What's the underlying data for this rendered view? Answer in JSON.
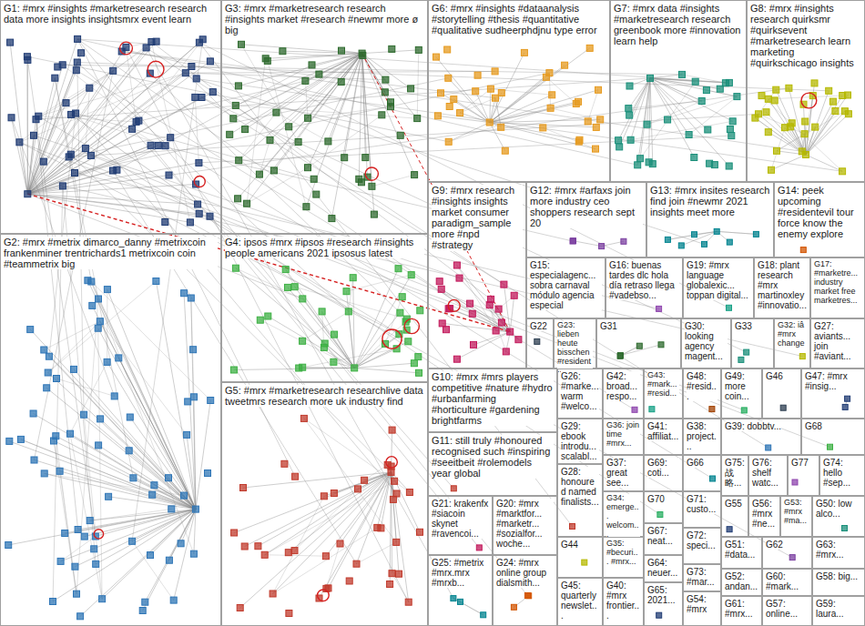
{
  "diagram": {
    "nodes": [
      {
        "text": [
          "G1: #mrx #insights #marketresearch research data more insights insightsmrx event learn"
        ]
      },
      {
        "text": [
          "G3: #mrx #marketresearch research #insights market #research #newmr more ø big"
        ]
      },
      {
        "text": [
          "G6: #mrx #insights #dataanalysis #storytelling #thesis #quantitative #qualitative sudheerphdjnu type error"
        ]
      },
      {
        "text": [
          "G7: #mrx data #insights #marketresearch research greenbook more #innovation learn help"
        ]
      },
      {
        "text": [
          "G8: #mrx #insights research quirksmr #quirksevent #marketresearch learn marketing #quirkschicago insights"
        ]
      },
      {
        "text": [
          "G2: #mrx #metrix dimarco_danny #metrixcoin frankenminer trentrichards1 metrixcoin coin #teammetrix big"
        ]
      },
      {
        "text": [
          "G4: ipsos #mrx #ipsos #research #insights people americans 2021 ipsosus latest"
        ]
      },
      {
        "text": [
          "G5: #mrx #marketresearch researchlive data tweetmrs research more uk industry find"
        ]
      },
      {
        "text": [
          "G9: #mrx research #insights insights market consumer paradigm_sample more #npd #strategy"
        ]
      },
      {
        "text": [
          "G12: #mrx #arfaxs join more industry ceo shoppers research sept 20"
        ]
      },
      {
        "text": [
          "G13: #mrx insites research find join #newmr 2021 insights meet more"
        ]
      },
      {
        "text": [
          "G14: peek upcoming #residentevil tour force know the enemy explore"
        ]
      },
      {
        "text": [
          "G15: especialagenc... sobra carnaval módulo agencia especial"
        ]
      },
      {
        "text": [
          "G16: buenas tardes dlc hola día retraso llega #vadebso..."
        ]
      },
      {
        "text": [
          "G19: #mrx language globalexic... toppan digital..."
        ]
      },
      {
        "text": [
          "G18: plant research #mrx martinoxley #innovatio..."
        ]
      },
      {
        "text": [
          "G17: #marketre... industry market free marketres..."
        ]
      },
      {
        "text": [
          "G22"
        ]
      },
      {
        "text": [
          "G23: lieben heute bisschen #resident..."
        ]
      },
      {
        "text": [
          "G31"
        ]
      },
      {
        "text": [
          "G30: looking agency magent..."
        ]
      },
      {
        "text": [
          "G33"
        ]
      },
      {
        "text": [
          "G32: iâ #mrx change"
        ]
      },
      {
        "text": [
          "G27: aviants... join #aviant..."
        ]
      },
      {
        "text": [
          "G10: #mrx #mrs players competitive #nature #hydro #urbanfarming #horticulture #gardening brightfarms"
        ]
      },
      {
        "text": [
          "G11: still truly #honoured recognised such #inspiring #seeitbeit #rolemodels year global"
        ]
      },
      {
        "text": [
          "G21: krakenfx #siacoin skynet #ravencoi..."
        ]
      },
      {
        "text": [
          "G20: #mrx #marktfor... #marketr... #sozialfor... woche..."
        ]
      },
      {
        "text": [
          "G25: #metrix #mrx.mrx #mrxb..."
        ]
      },
      {
        "text": [
          "G24: #mrx online group dialsmith..."
        ]
      },
      {
        "text": [
          "G26: #marke... warm #welco..."
        ]
      },
      {
        "text": [
          "G42: broad... respo..."
        ]
      },
      {
        "text": [
          "G43: #mark... #resid..."
        ]
      },
      {
        "text": [
          "G48: #resid..."
        ]
      },
      {
        "text": [
          "G49: more coin..."
        ]
      },
      {
        "text": [
          "G46"
        ]
      },
      {
        "text": [
          "G47: #mrx #insig..."
        ]
      },
      {
        "text": [
          "G29: ebook introdu... scalabl..."
        ]
      },
      {
        "text": [
          "G36: join time #mrx..."
        ]
      },
      {
        "text": [
          "G41: affiliat..."
        ]
      },
      {
        "text": [
          "G38: project..."
        ]
      },
      {
        "text": [
          "G39: dobbtv..."
        ]
      },
      {
        "text": [
          "G68"
        ]
      },
      {
        "text": [
          "G28: honoured named finalists..."
        ]
      },
      {
        "text": [
          "G37: great see..."
        ]
      },
      {
        "text": [
          "G69: coti..."
        ]
      },
      {
        "text": [
          "G66"
        ]
      },
      {
        "text": [
          "G75: 战略..."
        ]
      },
      {
        "text": [
          "G76: shelf watc..."
        ]
      },
      {
        "text": [
          "G77"
        ]
      },
      {
        "text": [
          "G74: hello #sep..."
        ]
      },
      {
        "text": [
          "G34: emerge... welcom..."
        ]
      },
      {
        "text": [
          "G70"
        ]
      },
      {
        "text": [
          "G71: custo..."
        ]
      },
      {
        "text": [
          "G55"
        ]
      },
      {
        "text": [
          "G56: #mrx #ne..."
        ]
      },
      {
        "text": [
          "G53: #mrx #ma..."
        ]
      },
      {
        "text": [
          "G50: low alco..."
        ]
      },
      {
        "text": [
          "G44"
        ]
      },
      {
        "text": [
          "G35: #becuri... #mrx..."
        ]
      },
      {
        "text": [
          "G67: neat..."
        ]
      },
      {
        "text": [
          "G72: speci..."
        ]
      },
      {
        "text": [
          "G51: #data..."
        ]
      },
      {
        "text": [
          "G62"
        ]
      },
      {
        "text": [
          "G63: #mrx..."
        ]
      },
      {
        "text": [
          "G64: neuer..."
        ]
      },
      {
        "text": [
          "G73: #mar..."
        ]
      },
      {
        "text": [
          "G52: andan..."
        ]
      },
      {
        "text": [
          "G60: #mark..."
        ]
      },
      {
        "text": [
          "G58: big..."
        ]
      },
      {
        "text": [
          "G45: quarterly newslet..."
        ]
      },
      {
        "text": [
          "G40: #mrx frontier..."
        ]
      },
      {
        "text": [
          "G65: 2021..."
        ]
      },
      {
        "text": [
          "G54: #mrx"
        ]
      },
      {
        "text": [
          "G61: #mrx..."
        ]
      },
      {
        "text": [
          "G57: online..."
        ]
      },
      {
        "text": [
          "G59: laura..."
        ]
      }
    ]
  }
}
